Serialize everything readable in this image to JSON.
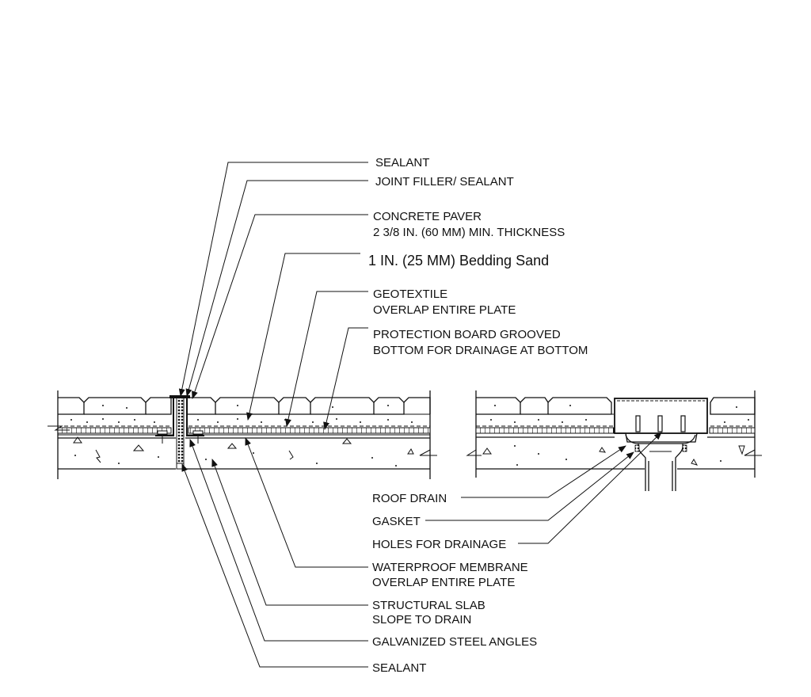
{
  "drawing": {
    "type": "roof paver assembly section detail",
    "left_section": "expansion joint detail",
    "right_section": "roof drain detail"
  },
  "labels_top": [
    {
      "id": "sealant-top",
      "lines": [
        "SEALANT"
      ]
    },
    {
      "id": "joint-filler",
      "lines": [
        "JOINT FILLER/ SEALANT"
      ]
    },
    {
      "id": "concrete-paver",
      "lines": [
        "CONCRETE PAVER",
        "2 3/8 IN.  (60 MM) MIN. THICKNESS"
      ]
    },
    {
      "id": "bedding-sand",
      "lines": [
        "1 IN. (25 MM) Bedding Sand"
      ]
    },
    {
      "id": "geotextile",
      "lines": [
        "GEOTEXTILE",
        "OVERLAP ENTIRE PLATE"
      ]
    },
    {
      "id": "protection-board",
      "lines": [
        "PROTECTION BOARD GROOVED",
        "BOTTOM FOR DRAINAGE AT BOTTOM"
      ]
    }
  ],
  "labels_drain": [
    {
      "id": "roof-drain",
      "lines": [
        "ROOF DRAIN"
      ]
    },
    {
      "id": "gasket",
      "lines": [
        "GASKET"
      ]
    },
    {
      "id": "holes-for-drainage",
      "lines": [
        "HOLES FOR DRAINAGE"
      ]
    }
  ],
  "labels_bottom": [
    {
      "id": "waterproof-membrane",
      "lines": [
        "WATERPROOF MEMBRANE",
        "OVERLAP ENTIRE PLATE"
      ]
    },
    {
      "id": "structural-slab",
      "lines": [
        "STRUCTURAL SLAB",
        "SLOPE TO DRAIN"
      ]
    },
    {
      "id": "galvanized-steel-angles",
      "lines": [
        "GALVANIZED STEEL ANGLES"
      ]
    },
    {
      "id": "sealant-bottom",
      "lines": [
        "SEALANT"
      ]
    }
  ]
}
